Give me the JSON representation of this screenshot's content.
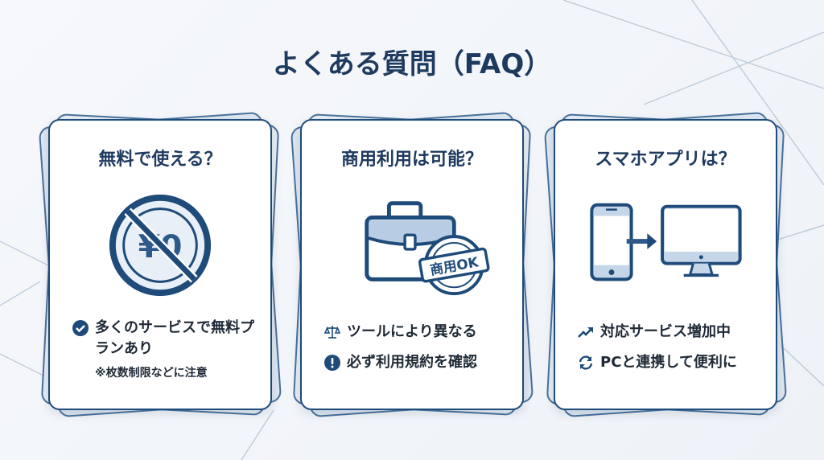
{
  "title": "よくある質問（FAQ）",
  "colors": {
    "primary": "#1e4b7a",
    "light": "#c5d6e8"
  },
  "cards": [
    {
      "question": "無料で使える？",
      "icon": "no-yen-icon",
      "icon_text": "¥0",
      "points": [
        {
          "icon": "check-circle-icon",
          "text": "多くのサービスで無料プランあり"
        }
      ],
      "note": "※枚数制限などに注意"
    },
    {
      "question": "商用利用は可能？",
      "icon": "briefcase-icon",
      "stamp": "商用OK",
      "points": [
        {
          "icon": "scale-icon",
          "text": "ツールにより異なる"
        },
        {
          "icon": "exclamation-circle-icon",
          "text": "必ず利用規約を確認"
        }
      ]
    },
    {
      "question": "スマホアプリは？",
      "icon": "phone-to-pc-icon",
      "points": [
        {
          "icon": "trend-up-icon",
          "text": "対応サービス増加中"
        },
        {
          "icon": "sync-icon",
          "text": "PCと連携して便利に"
        }
      ]
    }
  ]
}
